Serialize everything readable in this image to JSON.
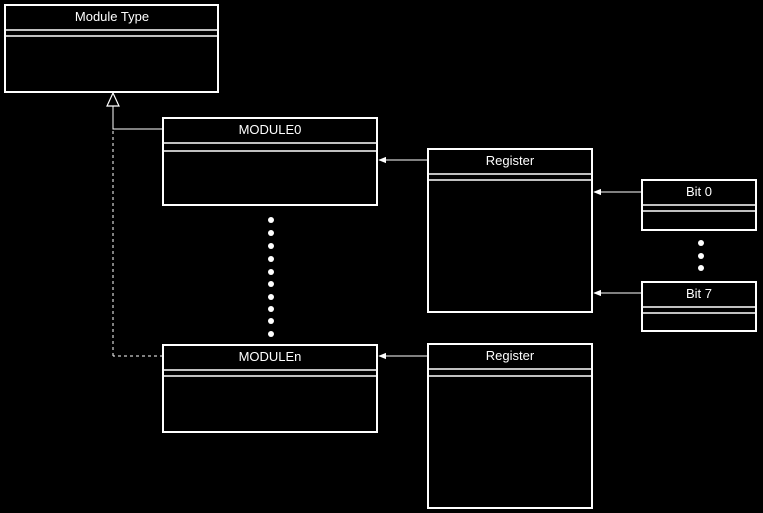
{
  "diagram": {
    "classes": {
      "module_type": "Module Type",
      "module0": "MODULE0",
      "modulen": "MODULEn",
      "register_top": "Register",
      "register_bottom": "Register",
      "bit0": "Bit 0",
      "bit7": "Bit 7"
    },
    "colors": {
      "background": "#000000",
      "foreground": "#ffffff"
    }
  }
}
